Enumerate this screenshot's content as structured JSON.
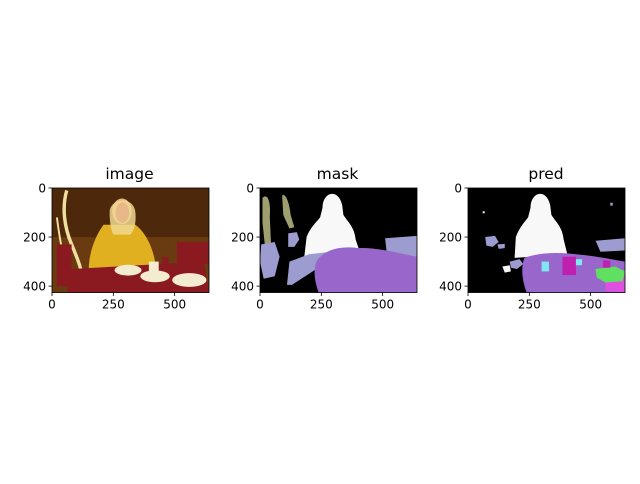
{
  "figure": {
    "background": "#ffffff"
  },
  "colors": {
    "background_class": "#000000",
    "person": "#f8f8f8",
    "table": "#9966cc",
    "chair": "#9c9cd0",
    "plant": "#9e9e6e",
    "cup": "#7ee8f0",
    "bottle": "#c020b0",
    "plate": "#60e060",
    "food": "#e050e0"
  },
  "chart_data": [
    {
      "type": "image",
      "title": "image",
      "image_width": 640,
      "image_height": 427,
      "x_ticks": [
        0,
        250,
        500
      ],
      "y_ticks": [
        0,
        200,
        400
      ],
      "palette": {
        "scene": "#6a3a10",
        "coat": "#e0b020",
        "table": "#8a1a20",
        "hair": "#f0d890",
        "lights": "#f0e0a0",
        "plates": "#f4ecd0"
      }
    },
    {
      "type": "segmentation",
      "title": "mask",
      "image_width": 640,
      "image_height": 427,
      "x_ticks": [
        0,
        250,
        500
      ],
      "y_ticks": [
        0,
        200,
        400
      ],
      "classes": [
        "person",
        "table",
        "chair",
        "plant"
      ]
    },
    {
      "type": "segmentation",
      "title": "pred",
      "image_width": 640,
      "image_height": 427,
      "x_ticks": [
        0,
        250,
        500
      ],
      "y_ticks": [
        0,
        200,
        400
      ],
      "classes": [
        "person",
        "table",
        "chair",
        "cup",
        "bottle",
        "plate",
        "food"
      ]
    }
  ]
}
